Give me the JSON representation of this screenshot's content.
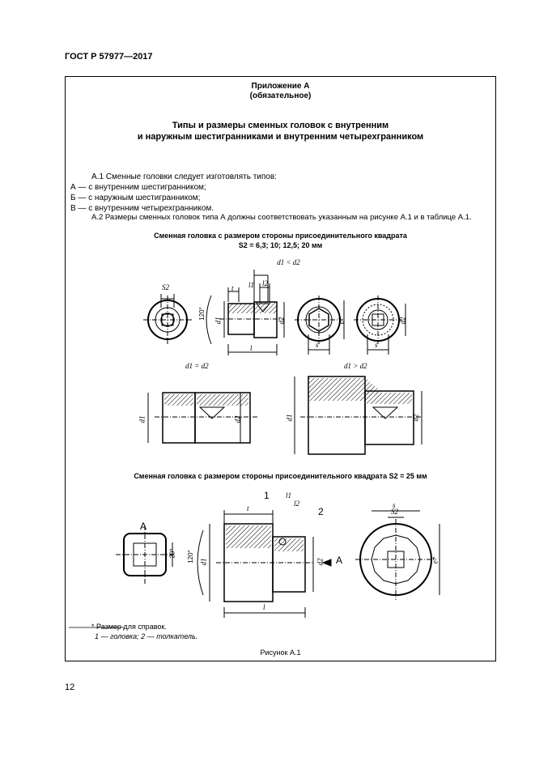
{
  "header": {
    "doc_number": "ГОСТ Р 57977—2017"
  },
  "appendix": {
    "title": "Приложение А",
    "status": "(обязательное)",
    "heading_line1": "Типы и размеры сменных головок с внутренним",
    "heading_line2": "и наружным шестигранниками и внутренним четырехгранником"
  },
  "body": {
    "p1": "А.1 Сменные головки следует изготовлять типов:",
    "li_a": "А — с внутренним шестигранником;",
    "li_b": "Б — с наружным шестигранником;",
    "li_v": "В — с внутренним четырехгранником.",
    "p2": "А.2 Размеры сменных головок типа А должны соответствовать указанным на рисунке А.1 и в таблице А.1."
  },
  "figure": {
    "top_title": "Сменная головка с размером стороны присоединительного квадрата",
    "top_subtitle": "S2 = 6,3; 10; 12,5; 20 мм",
    "cond_lt": "d1 < d2",
    "cond_eq": "d1 = d2",
    "cond_gt": "d1 > d2",
    "mid_title": "Сменная головка с размером стороны присоединительного квадрата S2 = 25 мм",
    "view_label": "A",
    "callout_1": "1",
    "callout_2": "2",
    "angle_120": "120°",
    "angle_20": "20°",
    "dims": {
      "l": "l",
      "l1": "l1",
      "l2": "l2",
      "t": "t",
      "d1": "d1",
      "d2": "d2",
      "s": "s",
      "s2": "S2",
      "e": "e*"
    },
    "caption": "Рисунок А.1"
  },
  "footnotes": {
    "f1": "* Размер для справок.",
    "f2": "1 — головка; 2 — толкатель."
  },
  "page_number": "12"
}
